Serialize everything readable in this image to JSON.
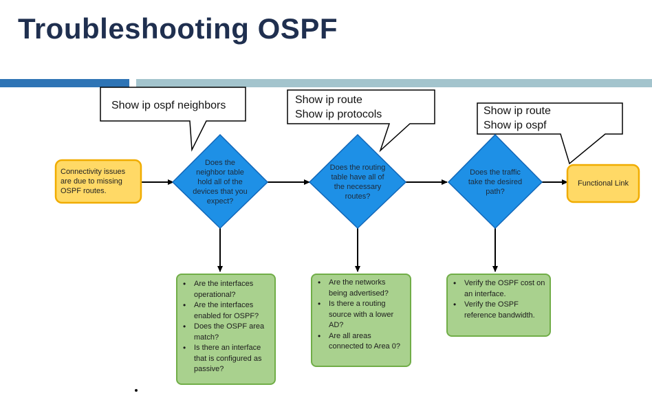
{
  "title": "Troubleshooting OSPF",
  "callouts": {
    "neighbors": [
      "Show ip ospf neighbors"
    ],
    "routes": [
      "Show ip route",
      "Show ip protocols"
    ],
    "ospf": [
      "Show ip route",
      "Show ip ospf"
    ]
  },
  "start": "Connectivity issues are due to missing OSPF routes.",
  "decisions": {
    "neighbor_table": "Does the neighbor table hold all of the devices that you expect?",
    "routing_table": "Does the routing table have all of the necessary routes?",
    "traffic_path": "Does the traffic take the desired path?"
  },
  "end": "Functional Link",
  "checks": {
    "neighbor_issues": [
      "Are the interfaces operational?",
      "Are the interfaces enabled for OSPF?",
      "Does the OSPF area match?",
      "Is there an interface that is configured as passive?"
    ],
    "route_issues": [
      "Are the networks being advertised?",
      "Is there a routing source with a lower AD?",
      "Are all areas connected to Area 0?"
    ],
    "path_issues": [
      "Verify the OSPF cost on an interface.",
      "Verify the OSPF reference bandwidth."
    ]
  },
  "colors": {
    "title": "#1f2f4f",
    "decision_fill": "#1e90e6",
    "start_end_fill": "#ffd966",
    "start_end_border": "#f0ac00",
    "check_fill": "#a9d18e",
    "check_border": "#70ad47"
  }
}
